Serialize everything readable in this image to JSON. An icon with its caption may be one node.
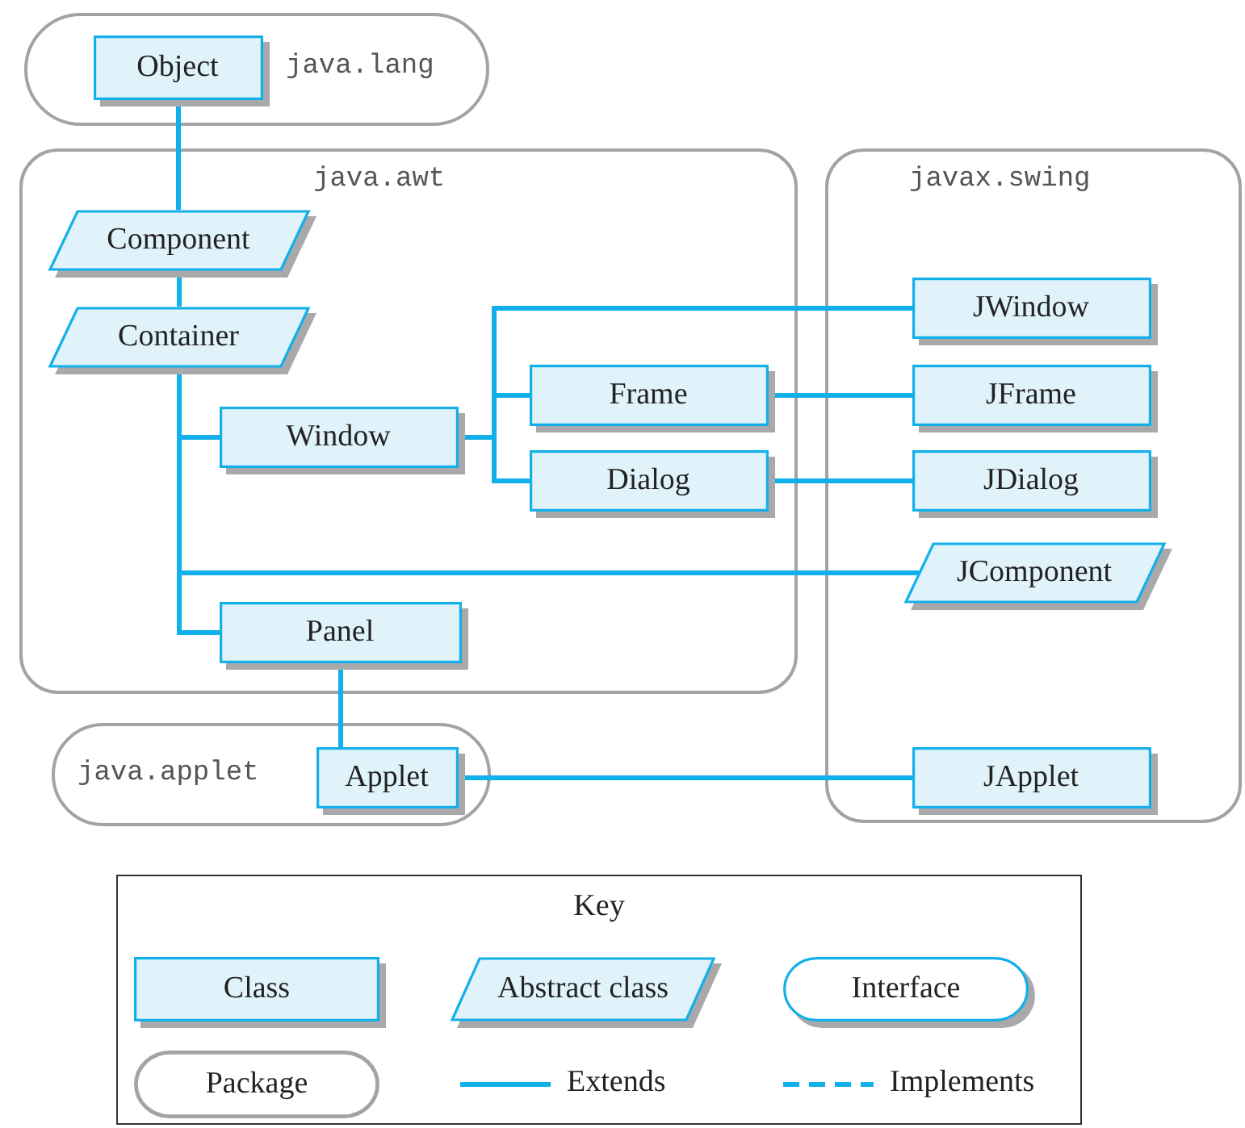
{
  "diagram": {
    "nodes": [
      {
        "text": [
          "java.lang"
        ]
      },
      {
        "text": [
          "Object"
        ],
        "in": 0
      },
      {
        "text": [
          "java.awt"
        ]
      },
      {
        "text": [
          "Component"
        ],
        "in": 2
      },
      {
        "text": [
          "Container"
        ],
        "in": 2
      },
      {
        "text": [
          "Window"
        ],
        "in": 2
      },
      {
        "text": [
          "Frame"
        ],
        "in": 2
      },
      {
        "text": [
          "Dialog"
        ],
        "in": 2
      },
      {
        "text": [
          "Panel"
        ],
        "in": 2
      },
      {
        "text": [
          "javax.swing"
        ]
      },
      {
        "text": [
          "JWindow"
        ],
        "in": 9
      },
      {
        "text": [
          "JFrame"
        ],
        "in": 9
      },
      {
        "text": [
          "JDialog"
        ],
        "in": 9
      },
      {
        "text": [
          "JComponent"
        ],
        "in": 9
      },
      {
        "text": [
          "JApplet"
        ],
        "in": 9
      },
      {
        "text": [
          "java.applet"
        ]
      },
      {
        "text": [
          "Applet"
        ],
        "in": 15
      },
      {
        "text": [
          "Key"
        ]
      },
      {
        "text": [
          "Class"
        ],
        "in": 17
      },
      {
        "text": [
          "Abstract class"
        ],
        "in": 17
      },
      {
        "text": [
          "Interface"
        ],
        "in": 17
      },
      {
        "text": [
          "Package"
        ],
        "in": 17
      }
    ],
    "edges": [
      {
        "from": 1,
        "to": 3,
        "arrow": "none"
      },
      {
        "from": 3,
        "to": 4,
        "arrow": "none"
      },
      {
        "from": 4,
        "to": 5,
        "arrow": "none"
      },
      {
        "from": 4,
        "to": 13,
        "arrow": "none"
      },
      {
        "from": 4,
        "to": 8,
        "arrow": "none"
      },
      {
        "from": 5,
        "to": 10,
        "arrow": "none"
      },
      {
        "from": 5,
        "to": 6,
        "arrow": "none"
      },
      {
        "from": 5,
        "to": 7,
        "arrow": "none"
      },
      {
        "from": 6,
        "to": 11,
        "arrow": "none"
      },
      {
        "from": 7,
        "to": 12,
        "arrow": "none"
      },
      {
        "from": 8,
        "to": 16,
        "arrow": "none"
      },
      {
        "from": 16,
        "to": 14,
        "arrow": "none"
      }
    ],
    "legend": [
      {
        "text": "Extends"
      },
      {
        "text": "Implements"
      }
    ]
  }
}
